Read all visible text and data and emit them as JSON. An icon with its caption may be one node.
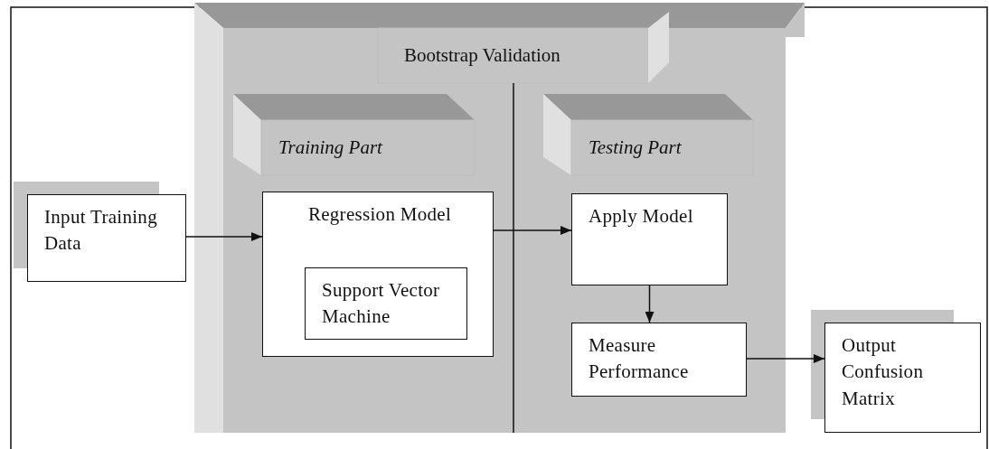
{
  "diagram": {
    "nodes": [
      {
        "text": [
          "Bootstrap Validation"
        ]
      },
      {
        "text": [
          "Training Part"
        ],
        "in": 0
      },
      {
        "text": [
          "Testing Part"
        ],
        "in": 0
      },
      {
        "text": [
          "Input Training Data"
        ]
      },
      {
        "text": [
          "Regression Model"
        ],
        "in": 0
      },
      {
        "text": [
          "Support Vector Machine"
        ],
        "in": 4
      },
      {
        "text": [
          "Apply Model"
        ],
        "in": 0
      },
      {
        "text": [
          "Measure Performance"
        ],
        "in": 0
      },
      {
        "text": [
          "Output Confusion Matrix"
        ]
      }
    ],
    "edges": [
      {
        "from": 3,
        "to": 4,
        "arrow": "to"
      },
      {
        "from": 4,
        "to": 6,
        "arrow": "to"
      },
      {
        "from": 6,
        "to": 7,
        "arrow": "to"
      },
      {
        "from": 7,
        "to": 8,
        "arrow": "to"
      }
    ]
  }
}
